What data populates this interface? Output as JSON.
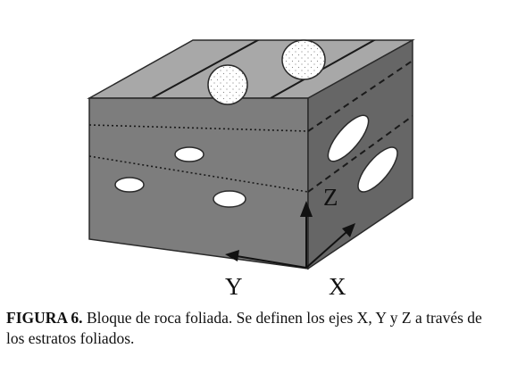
{
  "diagram": {
    "axes": {
      "x_label": "X",
      "y_label": "Y",
      "z_label": "Z"
    },
    "colors": {
      "top_face": "#a8a8a8",
      "front_face": "#7d7d7d",
      "side_face": "#666666",
      "edge": "#2a2a2a",
      "inclusion_fill": "#ffffff",
      "foliation_line": "#1a1a1a",
      "arrow": "#111111"
    }
  },
  "caption": {
    "lead": "FIGURA 6.",
    "text": " Bloque de roca foliada. Se definen los ejes X, Y y Z a través de los estratos foliados."
  }
}
